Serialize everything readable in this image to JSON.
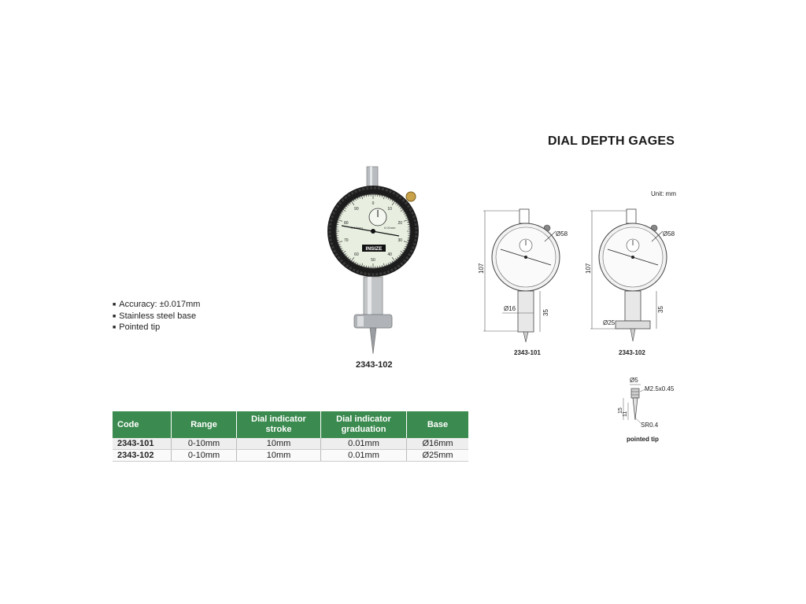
{
  "title": "DIAL DEPTH GAGES",
  "unit_note": "Unit: mm",
  "features": [
    "Accuracy: ±0.017mm",
    "Stainless steel base",
    "Pointed tip"
  ],
  "product": {
    "label": "2343-102",
    "brand": "INSIZE",
    "dial_numbers": [
      "0",
      "10",
      "20",
      "30",
      "40",
      "50",
      "60",
      "70",
      "80",
      "90"
    ],
    "dial_small_text": [
      "0-10mm",
      "0.01mm"
    ]
  },
  "drawing_101": {
    "label": "2343-101",
    "dim_dial": "Ø58",
    "dim_height": "107",
    "dim_stem": "Ø16",
    "dim_base_h": "35"
  },
  "drawing_102": {
    "label": "2343-102",
    "dim_dial": "Ø58",
    "dim_height": "107",
    "dim_base": "Ø25",
    "dim_base_h": "35"
  },
  "tip_drawing": {
    "label": "pointed tip",
    "dim_dia": "Ø5",
    "dim_thread": "M2.5x0.45",
    "dim_15": "15",
    "dim_11": "11",
    "dim_radius": "SR0.4"
  },
  "table": {
    "headers": [
      "Code",
      "Range",
      "Dial indicator stroke",
      "Dial indicator graduation",
      "Base"
    ],
    "rows": [
      [
        "2343-101",
        "0-10mm",
        "10mm",
        "0.01mm",
        "Ø16mm"
      ],
      [
        "2343-102",
        "0-10mm",
        "10mm",
        "0.01mm",
        "Ø25mm"
      ]
    ]
  },
  "colors": {
    "table_header": "#3b8a4f",
    "dial_face": "#e8efe0"
  }
}
